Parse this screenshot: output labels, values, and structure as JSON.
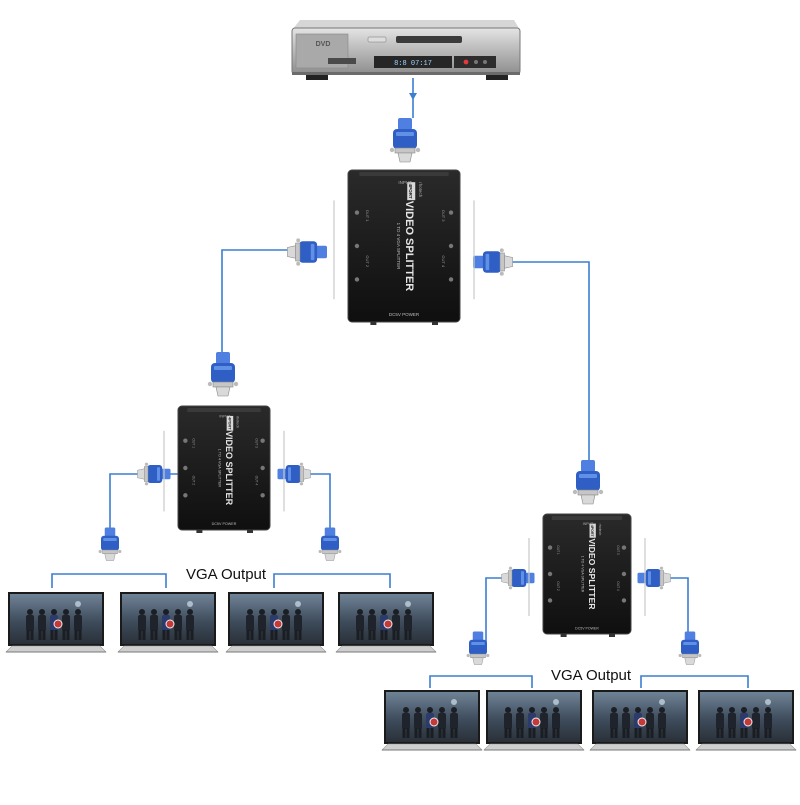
{
  "labels": {
    "vga_output_left": "VGA Output",
    "vga_output_right": "VGA Output"
  },
  "device": {
    "brand": "rhotech",
    "model_badge": "4PORT",
    "title": "VIDEO SPLITTER",
    "subtitle": "1 TO 4 VGA SPLITTER",
    "power_label": "DC5V  POWER",
    "input_label": "INPUT",
    "output_labels": [
      "OUT 1",
      "OUT 2",
      "OUT 3",
      "OUT 4"
    ]
  },
  "dvd_player": {
    "logo": "DVD",
    "display": "8:8  07:17"
  },
  "colors": {
    "cable": "#3b7fd1",
    "connector": "#2f5fc4",
    "splitter_body": "#1b1b1b",
    "panel_silver": "#b9b9b9"
  }
}
